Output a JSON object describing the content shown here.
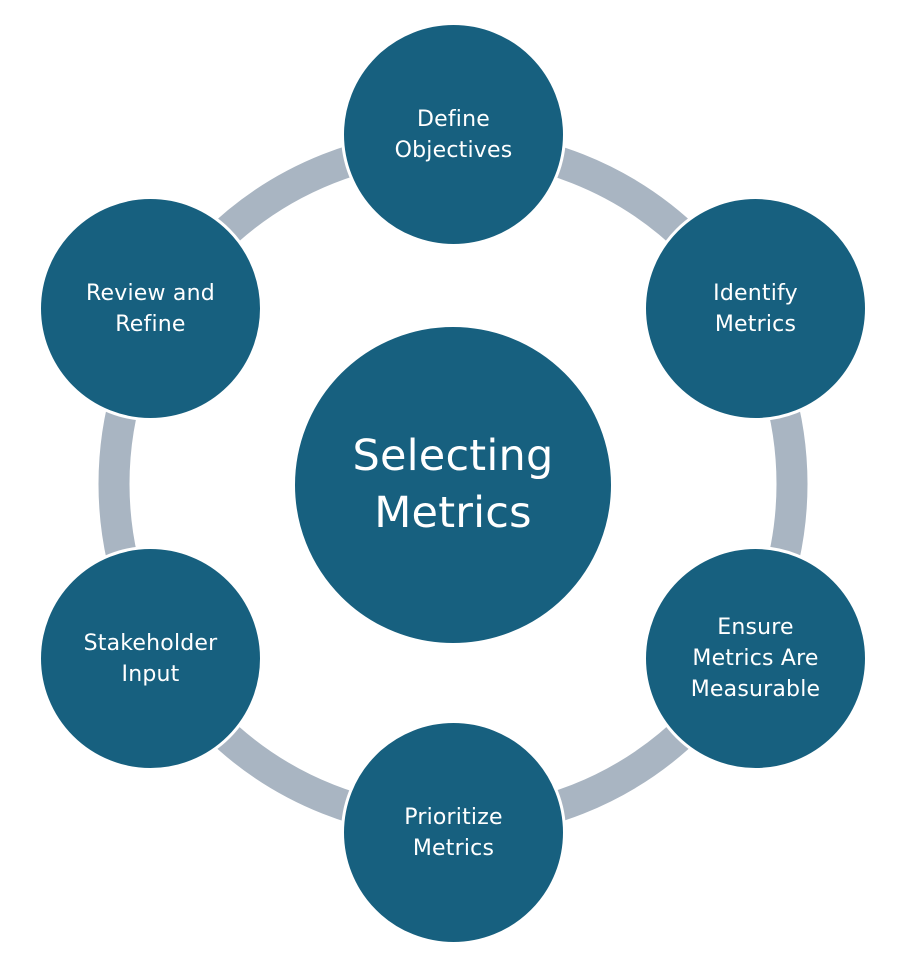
{
  "colors": {
    "node_fill": "#17607f",
    "ring": "#a9b5c2",
    "text": "#ffffff",
    "background": "#ffffff"
  },
  "center": {
    "label": "Selecting\nMetrics"
  },
  "steps": [
    {
      "label": "Define\nObjectives"
    },
    {
      "label": "Identify\nMetrics"
    },
    {
      "label": "Ensure\nMetrics Are\nMeasurable"
    },
    {
      "label": "Prioritize\nMetrics"
    },
    {
      "label": "Stakeholder\nInput"
    },
    {
      "label": "Review and\nRefine"
    }
  ]
}
